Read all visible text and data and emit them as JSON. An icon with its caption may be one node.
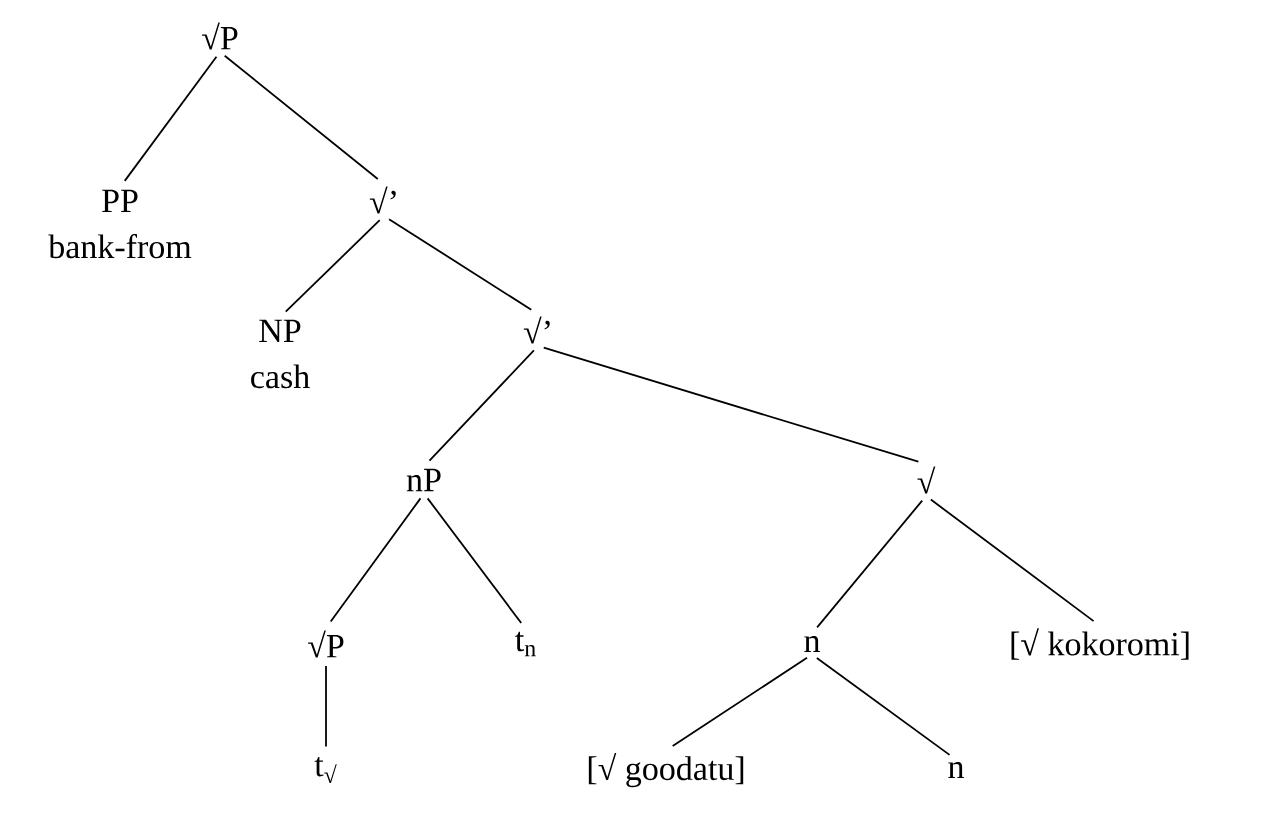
{
  "diagram": {
    "nodes": [
      {
        "text": [
          "√P"
        ]
      },
      {
        "text": [
          "PP",
          "bank-from"
        ]
      },
      {
        "text": [
          "√’"
        ]
      },
      {
        "text": [
          "NP",
          "cash"
        ]
      },
      {
        "text": [
          "√’"
        ]
      },
      {
        "text": [
          "nP"
        ]
      },
      {
        "text": [
          "√"
        ]
      },
      {
        "text": [
          "√P"
        ]
      },
      {
        "text": [
          "t$_{n}$"
        ]
      },
      {
        "text": [
          "n"
        ]
      },
      {
        "text": [
          "[√ kokoromi]"
        ]
      },
      {
        "text": [
          "t$_{√}$"
        ]
      },
      {
        "text": [
          "[√ goodatu]"
        ]
      },
      {
        "text": [
          "n"
        ]
      }
    ],
    "edges": [
      {
        "from": 0,
        "to": 1,
        "arrow": "none"
      },
      {
        "from": 0,
        "to": 2,
        "arrow": "none"
      },
      {
        "from": 2,
        "to": 3,
        "arrow": "none"
      },
      {
        "from": 2,
        "to": 4,
        "arrow": "none"
      },
      {
        "from": 4,
        "to": 5,
        "arrow": "none"
      },
      {
        "from": 4,
        "to": 6,
        "arrow": "none"
      },
      {
        "from": 5,
        "to": 7,
        "arrow": "none"
      },
      {
        "from": 5,
        "to": 8,
        "arrow": "none"
      },
      {
        "from": 6,
        "to": 9,
        "arrow": "none"
      },
      {
        "from": 6,
        "to": 10,
        "arrow": "none"
      },
      {
        "from": 7,
        "to": 11,
        "arrow": "none"
      },
      {
        "from": 9,
        "to": 12,
        "arrow": "none"
      },
      {
        "from": 9,
        "to": 13,
        "arrow": "none"
      }
    ]
  }
}
